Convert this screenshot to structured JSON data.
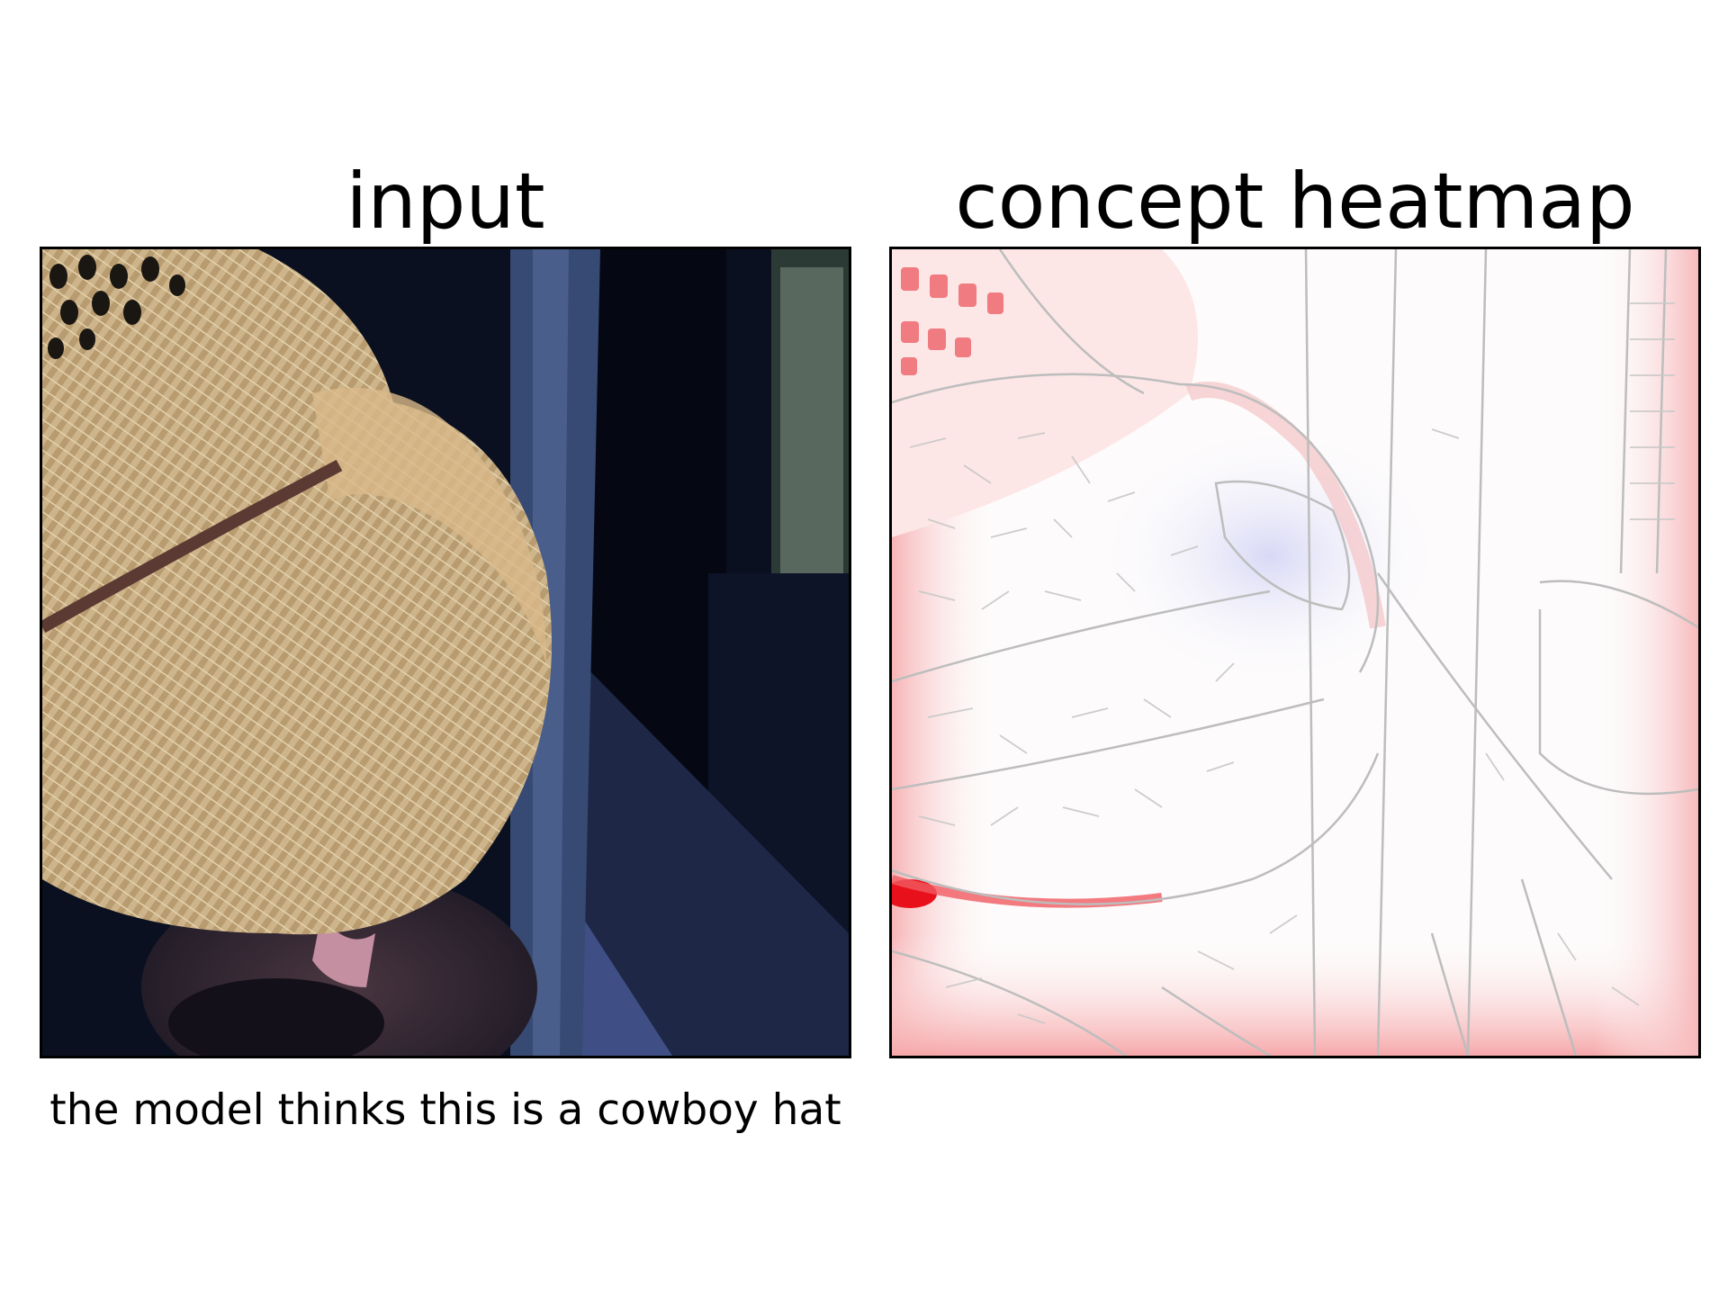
{
  "panels": {
    "input_title": "input",
    "heatmap_title": "concept heatmap"
  },
  "caption": "the model thinks this is a cowboy hat",
  "colors": {
    "heatmap_positive": "#e8101a",
    "heatmap_negative": "#6f6fe0",
    "heatmap_edges": "#bdbdbd",
    "frame_border": "#000000"
  },
  "images": {
    "input_subject": "person-wearing-straw-hat-in-car",
    "heatmap_style": "red-blue-diverging-with-edge-overlay"
  }
}
